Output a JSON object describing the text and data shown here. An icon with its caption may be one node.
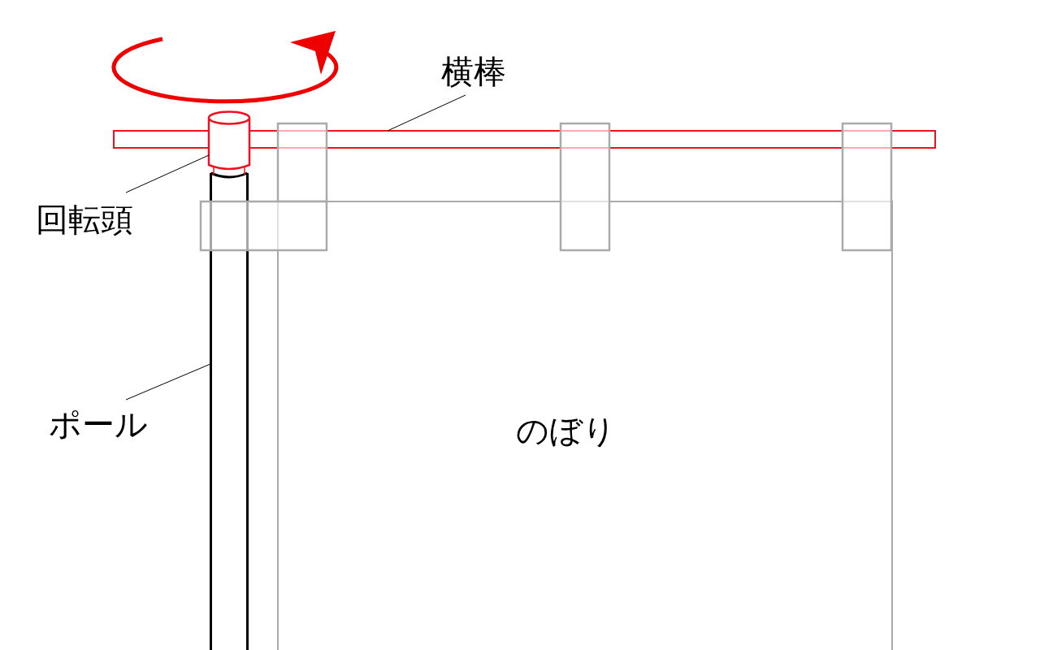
{
  "diagram": {
    "nodes": [
      {
        "text": [
          "横棒"
        ]
      },
      {
        "text": [],
        "shape": "bar"
      },
      {
        "text": [
          "回転頭"
        ]
      },
      {
        "text": [],
        "shape": "cylinder"
      },
      {
        "text": [
          "ポール"
        ]
      },
      {
        "text": [],
        "shape": "bar"
      },
      {
        "text": [
          "のぼり"
        ]
      }
    ],
    "edges": [
      {
        "from": 0,
        "to": 1,
        "arrow": "none"
      },
      {
        "from": 2,
        "to": 3,
        "arrow": "none"
      },
      {
        "from": 4,
        "to": 5,
        "arrow": "none"
      }
    ]
  }
}
